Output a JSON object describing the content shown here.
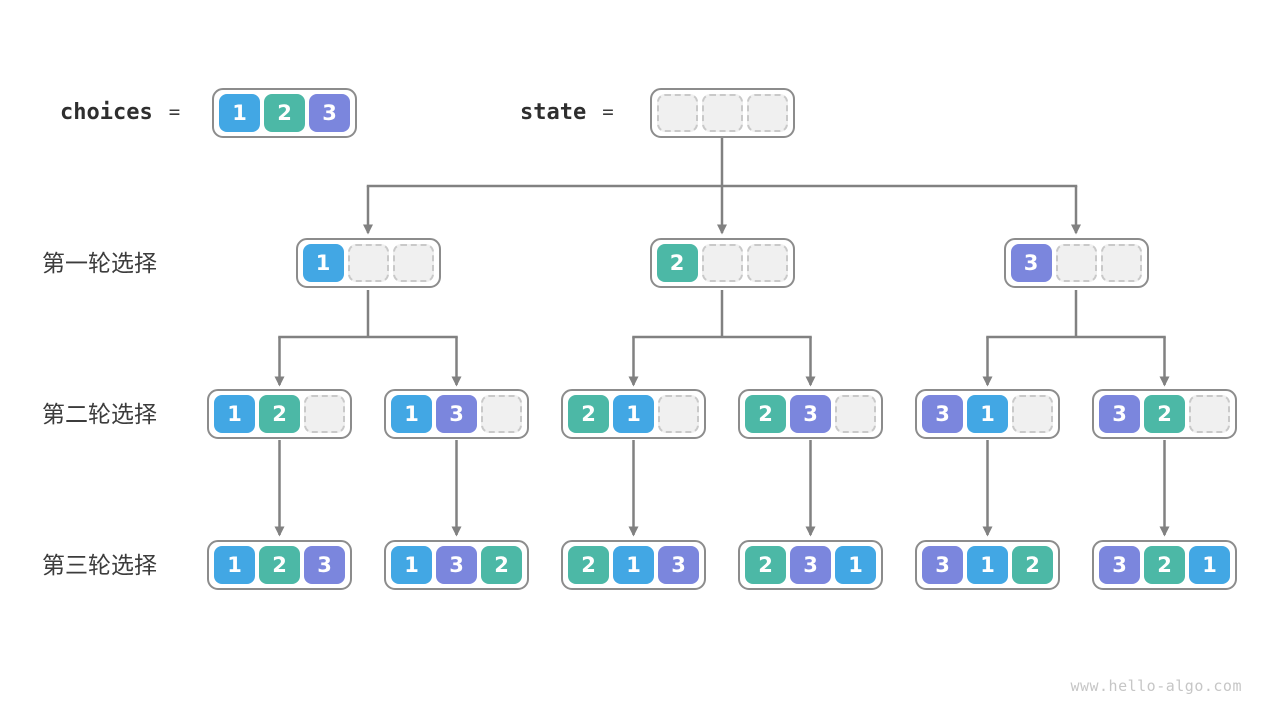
{
  "legend": {
    "choices_label": "choices",
    "equals": "=",
    "choices_values": [
      1,
      2,
      3
    ],
    "state_label": "state",
    "state_slots": [
      null,
      null,
      null
    ]
  },
  "palette": {
    "1": "#42a7e4",
    "2": "#4cb8a6",
    "3": "#7b86dd",
    "cell_text": "#ffffff",
    "empty_fill": "#f0f0f0",
    "empty_border": "#c9c9c9",
    "node_border": "#8c8c8c",
    "arrow": "#818181",
    "label_color": "#3c3c3c"
  },
  "rows": [
    {
      "label": "第一轮选择",
      "nodes": [
        [
          1,
          null,
          null
        ],
        [
          2,
          null,
          null
        ],
        [
          3,
          null,
          null
        ]
      ]
    },
    {
      "label": "第二轮选择",
      "nodes": [
        [
          1,
          2,
          null
        ],
        [
          1,
          3,
          null
        ],
        [
          2,
          1,
          null
        ],
        [
          2,
          3,
          null
        ],
        [
          3,
          1,
          null
        ],
        [
          3,
          2,
          null
        ]
      ]
    },
    {
      "label": "第三轮选择",
      "nodes": [
        [
          1,
          2,
          3
        ],
        [
          1,
          3,
          2
        ],
        [
          2,
          1,
          3
        ],
        [
          2,
          3,
          1
        ],
        [
          3,
          1,
          2
        ],
        [
          3,
          2,
          1
        ]
      ]
    }
  ],
  "watermark": "www.hello-algo.com"
}
